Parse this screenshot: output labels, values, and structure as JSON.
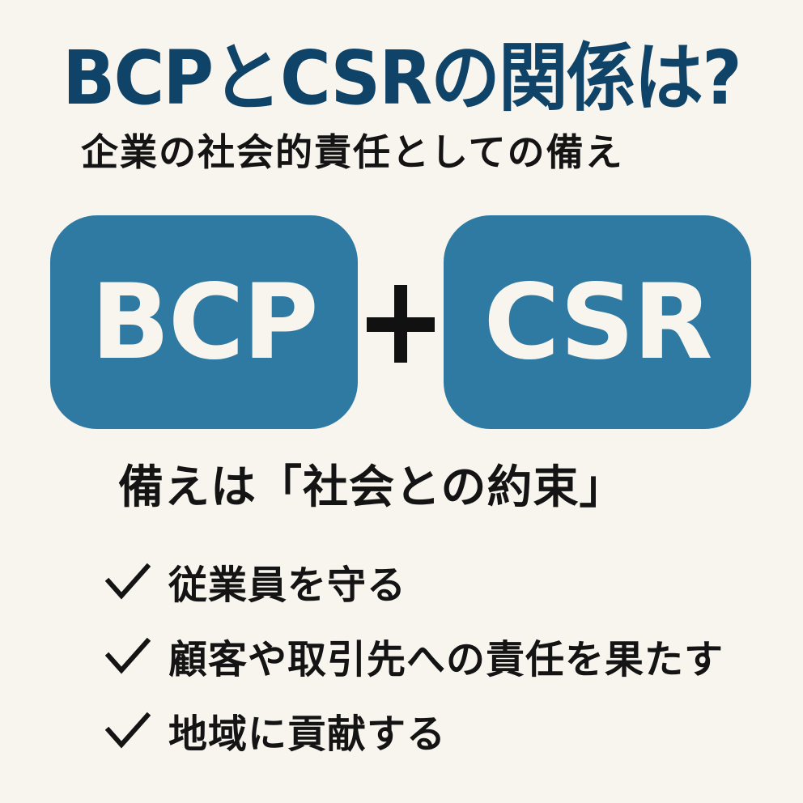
{
  "title": "BCPとCSRの関係は?",
  "subtitle": "企業の社会的責任としての備え",
  "boxes": {
    "left": "BCP",
    "operator": "+",
    "right": "CSR"
  },
  "promise": "備えは「社会との約束」",
  "checklist": [
    {
      "icon": "checkmark-icon",
      "label": "従業員を守る"
    },
    {
      "icon": "checkmark-icon",
      "label": "顧客や取引先への責任を果たす"
    },
    {
      "icon": "checkmark-icon",
      "label": "地域に貢献する"
    }
  ],
  "colors": {
    "background": "#f8f4ee",
    "title": "#0f4468",
    "box": "#2e7aa3",
    "box_text": "#f8f4ee",
    "text": "#141414"
  }
}
